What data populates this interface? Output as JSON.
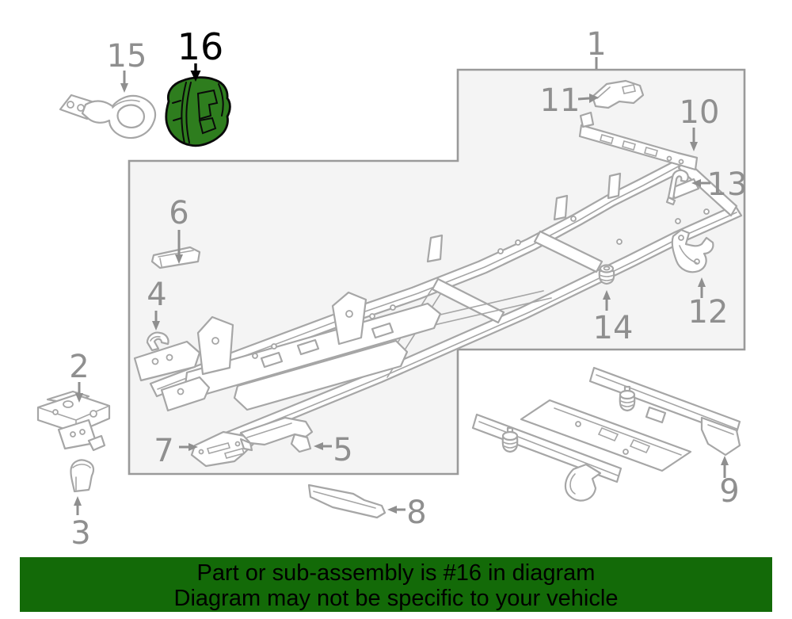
{
  "callouts": {
    "c1": {
      "number": "1"
    },
    "c2": {
      "number": "2"
    },
    "c3": {
      "number": "3"
    },
    "c4": {
      "number": "4"
    },
    "c5": {
      "number": "5"
    },
    "c6": {
      "number": "6"
    },
    "c7": {
      "number": "7"
    },
    "c8": {
      "number": "8"
    },
    "c9": {
      "number": "9"
    },
    "c10": {
      "number": "10"
    },
    "c11": {
      "number": "11"
    },
    "c12": {
      "number": "12"
    },
    "c13": {
      "number": "13"
    },
    "c14": {
      "number": "14"
    },
    "c15": {
      "number": "15"
    },
    "c16": {
      "number": "16"
    }
  },
  "highlight": {
    "part_number": "16",
    "fill": "#2e7d1e",
    "outline": "#0a0a0a"
  },
  "banner": {
    "line1": "Part or sub-assembly is #16 in diagram",
    "line2": "Diagram may not be specific to your vehicle",
    "background": "#136a08",
    "text_color": "#000000"
  },
  "colors": {
    "callout_label": "#8f8f8f",
    "highlight_label": "#000000",
    "art_line": "#a6a6a6",
    "inset_fill": "#f4f4f4",
    "inset_border": "#9a9a9a",
    "page_background": "#ffffff"
  }
}
